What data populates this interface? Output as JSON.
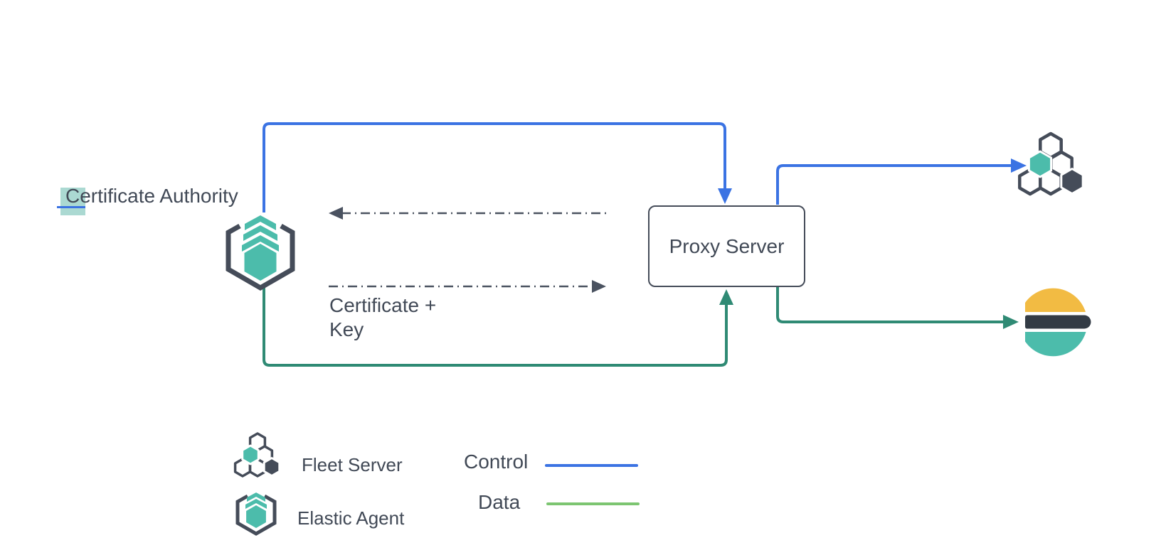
{
  "nodes": {
    "certificate_authority": {
      "label": "Certificate Authority",
      "label_highlight": "C",
      "label_rest": "ertificate Authority"
    },
    "proxy_server": {
      "label": "Proxy Server"
    },
    "elastic_agent": {
      "icon": "elastic-agent-icon"
    },
    "fleet_server": {
      "icon": "fleet-server-icon"
    },
    "elasticsearch": {
      "icon": "elasticsearch-icon"
    }
  },
  "edge_labels": {
    "certificate_key_line1": "Certificate +",
    "certificate_key_line2": "Key"
  },
  "legend": {
    "items": [
      {
        "icon": "fleet-server-icon",
        "label": "Fleet Server"
      },
      {
        "icon": "elastic-agent-icon",
        "label": "Elastic Agent"
      }
    ],
    "lines": [
      {
        "label": "Control",
        "color": "#3b73e3"
      },
      {
        "label": "Data",
        "color": "#7cc571"
      }
    ]
  },
  "colors": {
    "control": "#3b73e3",
    "data": "#2f8a74",
    "data_legend": "#7cc571",
    "teal": "#4cbcab",
    "dark": "#454c59",
    "text": "#414956",
    "es_yellow": "#f2bb43",
    "es_dark": "#333b45",
    "highlight": "#abd9d2",
    "dash": "#4a5260"
  }
}
